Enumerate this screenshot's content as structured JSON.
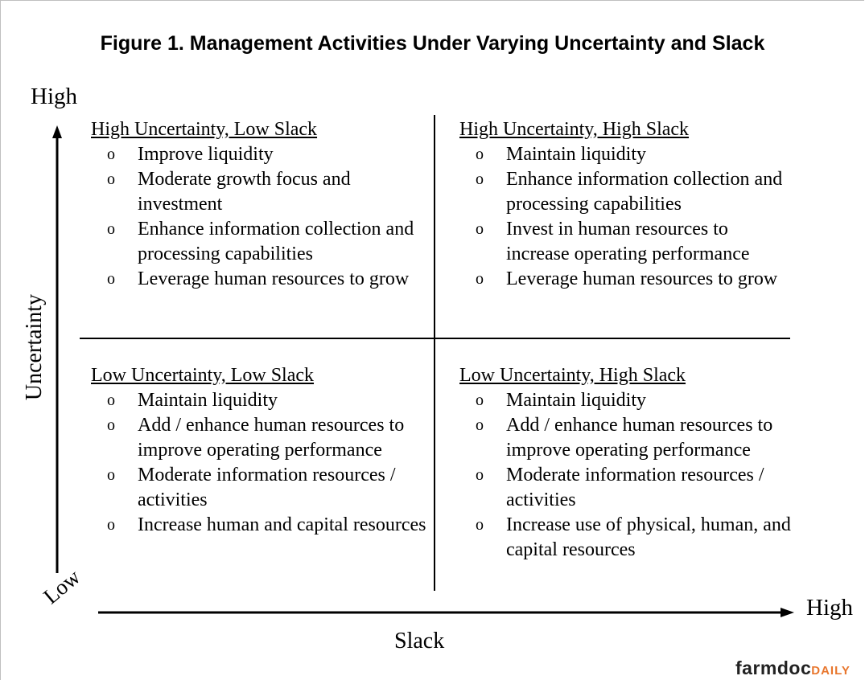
{
  "title": "Figure 1. Management Activities Under Varying Uncertainty and Slack",
  "axes": {
    "y_label": "Uncertainty",
    "y_high": "High",
    "x_label": "Slack",
    "x_high": "High",
    "origin_low": "Low"
  },
  "quadrants": {
    "top_left": {
      "heading": "High Uncertainty, Low Slack",
      "items": [
        "Improve liquidity",
        "Moderate growth focus and investment",
        "Enhance information collection and processing capabilities",
        "Leverage human resources to grow"
      ]
    },
    "top_right": {
      "heading": "High Uncertainty, High Slack",
      "items": [
        "Maintain liquidity",
        "Enhance information collection and processing capabilities",
        "Invest in human resources to increase operating performance",
        "Leverage human resources to grow"
      ]
    },
    "bottom_left": {
      "heading": "Low Uncertainty, Low Slack",
      "items": [
        "Maintain liquidity",
        "Add / enhance human resources to improve operating performance",
        "Moderate information resources / activities",
        "Increase human and capital resources"
      ]
    },
    "bottom_right": {
      "heading": "Low Uncertainty, High Slack",
      "items": [
        "Maintain liquidity",
        "Add / enhance human resources to improve operating performance",
        "Moderate information resources / activities",
        "Increase use of physical, human, and capital resources"
      ]
    }
  },
  "bullet": "o",
  "logo": {
    "main": "farmdoc",
    "suffix": "DAILY"
  },
  "colors": {
    "logo_accent": "#e8762d",
    "text": "#000000",
    "frame": "#bfbfbf"
  }
}
